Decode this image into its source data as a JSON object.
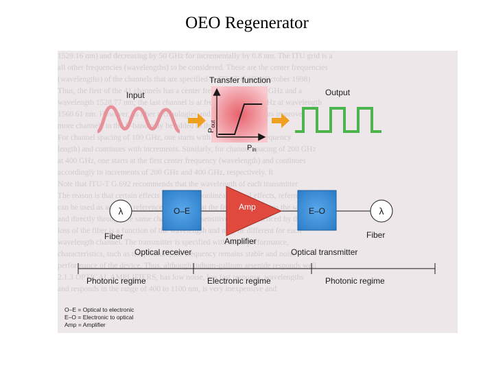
{
  "slide": {
    "title": "OEO Regenerator"
  },
  "diagram": {
    "transfer_function": {
      "label": "Transfer function",
      "y_axis": "P",
      "y_axis_sub": "out",
      "x_axis": "P",
      "x_axis_sub": "in"
    },
    "input_label": "Input",
    "output_label": "Output",
    "lambda_symbol": "λ",
    "blocks": {
      "oe": "O–E",
      "amp": "Amp",
      "eo": "E–O"
    },
    "labels": {
      "fiber_left": "Fiber",
      "fiber_right": "Fiber",
      "amplifier": "Amplifier",
      "optical_receiver": "Optical receiver",
      "optical_transmitter": "Optical transmitter",
      "photonic_regime_left": "Photonic regime",
      "electronic_regime": "Electronic regime",
      "photonic_regime_right": "Photonic regime"
    },
    "legend": [
      "O–E = Optical to electronic",
      "E–O = Electronic to optical",
      "Amp = Amplifier"
    ],
    "colors": {
      "block_blue": "#3a8fd8",
      "amp_red": "#e04a3e",
      "arrow_orange": "#f0a020",
      "transfer_pink": "#f2a0a8",
      "input_pink": "#e8909a",
      "output_green": "#4db54d"
    }
  },
  "background_text": [
    "1529.16 nm) and decreasing by 50 GHz for incrementally by 0.8 nm. The ITU grid is a",
    "all other frequencies (wavelengths) to be considered. These are the center frequencies",
    "(wavelengths) of the channels that are specified in ITU-T G.692 (October 1998)",
    "Thus, the first of the 41 channels has a center frequency of 196.10 GHz and a",
    "wavelength 1528.77 nm; the last channel is at frequency 192.10 GHz at wavelength",
    "1560.61 nm. However, as fiber technologies and optical components improve,",
    "more channels in the L-band may be added to this table.",
    "   For channel spacing of 100 GHz, one starts with the first center frequency",
    "length) and continues with increments. Similarly, for channel spacing of 200 GHz",
    "at 400 GHz, one starts at the first center frequency (wavelength) and continues",
    "accordingly in increments of 200 GHz and 400 GHz, respectively. It",
    "Note that ITU-T G.692 recommends that the wavelength of each transmitter",
    "The reason is that certain effects such as the nonlinear optical effects, referred",
    "can be used as accurate reference points so that the frequency remains the same",
    "and directly through the same channel is less sensitive to be influenced by the other",
    "loss of the fiber is a function of the wavelength and may be different for each",
    "wavelength channel. The transmitter is specified with noise performance,",
    "characteristics, such as temperature, the frequency remains stable and noise",
    "performance of the device. Thus, although indium-gallium arsenide responds well",
    "2.1.3 OPTICAL AMPLIFIERS, has low noise, has fast response, wavelengths",
    "and responds in the range of 400 to 1100 nm, is very inexpensive and"
  ]
}
